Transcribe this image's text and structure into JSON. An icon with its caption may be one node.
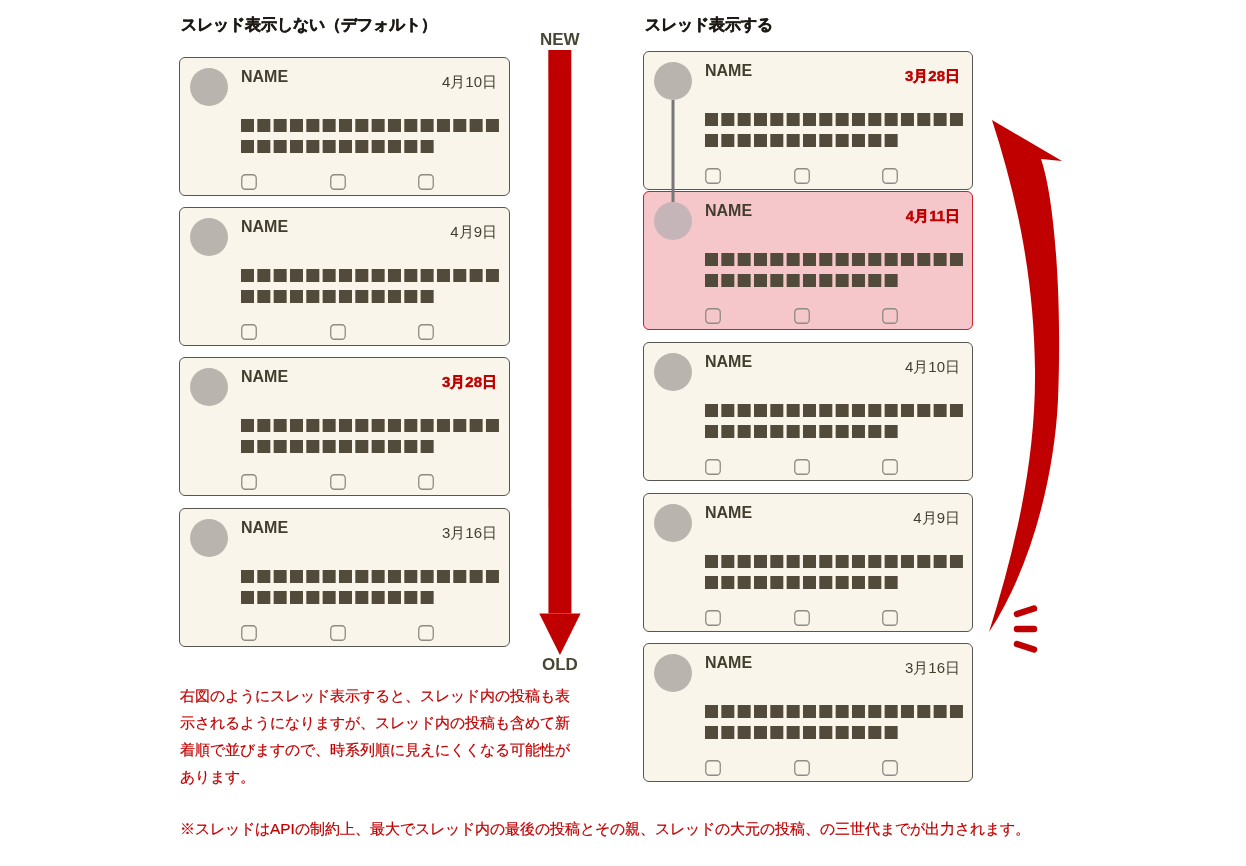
{
  "diagram": {
    "nodes": [
      {
        "text": [
          "NAME",
          "4月10日"
        ]
      },
      {
        "text": [
          "NAME",
          "4月9日"
        ]
      },
      {
        "text": [
          "NAME",
          "3月28日"
        ]
      },
      {
        "text": [
          "NAME",
          "3月16日"
        ]
      },
      {
        "text": [
          "NEW"
        ]
      },
      {
        "text": [
          "OLD"
        ]
      },
      {
        "text": [
          "NAME",
          "3月28日"
        ]
      },
      {
        "text": [],
        "shape": "circle",
        "in": 6
      },
      {
        "text": [
          "NAME",
          "4月11日"
        ]
      },
      {
        "text": [],
        "shape": "circle",
        "in": 8
      },
      {
        "text": [
          "NAME",
          "4月10日"
        ]
      },
      {
        "text": [
          "NAME",
          "4月9日"
        ]
      },
      {
        "text": [
          "NAME",
          "3月16日"
        ]
      }
    ],
    "edges": [
      {
        "from": 4,
        "to": 5,
        "arrow": "to",
        "style": "thick",
        "color": "#c00000"
      },
      {
        "from": 7,
        "to": 9,
        "arrow": "none",
        "color": "#777777"
      }
    ],
    "labels": [
      "スレッド表示しない（デフォルト）",
      "スレッド表示する",
      "右図のようにスレッド表示すると、スレッド内の投稿も表示されるようになりますが、スレッド内の投稿も含めて新着順で並びますので、時系列順に見えにくくなる可能性があります。",
      "※スレッドはAPIの制約上、最大でスレッド内の最後の投稿とその親、スレッドの大元の投稿、の三世代までが出力されます。"
    ]
  }
}
